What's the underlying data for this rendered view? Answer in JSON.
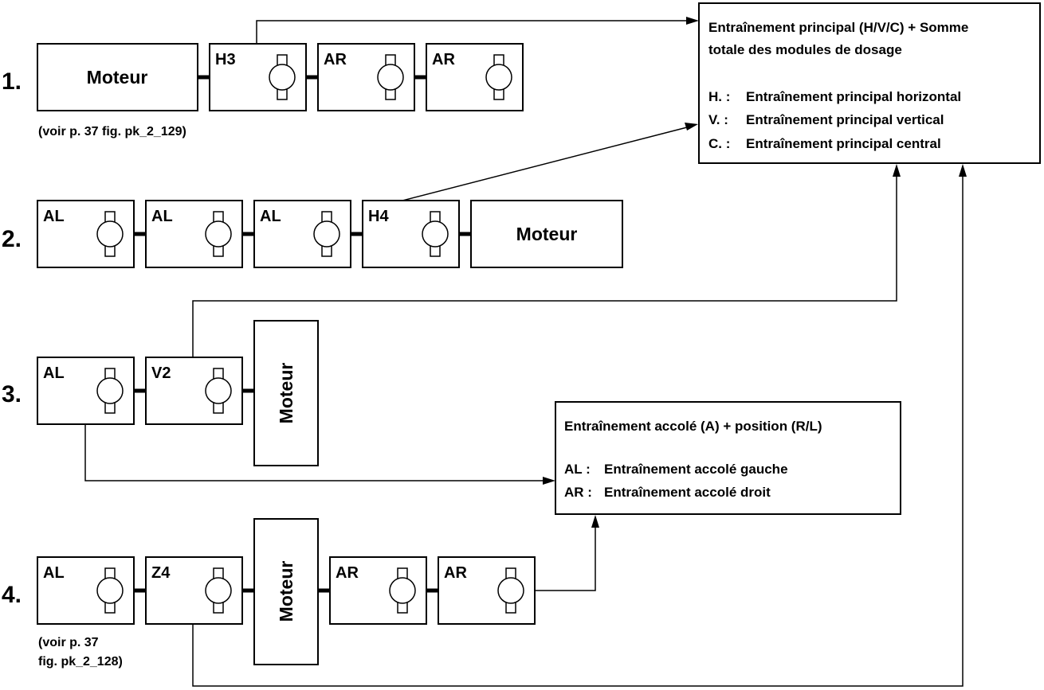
{
  "rows": [
    {
      "number": "1.",
      "note": "(voir p. 37 fig. pk_2_129)",
      "items": [
        "Moteur",
        "H3",
        "AR",
        "AR"
      ]
    },
    {
      "number": "2.",
      "items": [
        "AL",
        "AL",
        "AL",
        "H4",
        "Moteur"
      ]
    },
    {
      "number": "3.",
      "items": [
        "AL",
        "V2",
        "Moteur"
      ]
    },
    {
      "number": "4.",
      "note_lines": [
        "(voir p. 37",
        "fig. pk_2_128)"
      ],
      "items": [
        "AL",
        "Z4",
        "Moteur",
        "AR",
        "AR"
      ]
    }
  ],
  "legend_main": {
    "title_lines": [
      "Entraînement principal (H/V/C) + Somme",
      "totale des modules de dosage"
    ],
    "entries": [
      {
        "code": "H. :",
        "text": "Entraînement principal horizontal"
      },
      {
        "code": "V. :",
        "text": "Entraînement principal vertical"
      },
      {
        "code": "C. :",
        "text": "Entraînement principal central"
      }
    ]
  },
  "legend_side": {
    "title": "Entraînement accolé (A) + position (R/L)",
    "entries": [
      {
        "code": "AL :",
        "text": "Entraînement accolé gauche"
      },
      {
        "code": "AR :",
        "text": "Entraînement accolé droit"
      }
    ]
  },
  "icons": {
    "drive_module": "motor-symbol-icon",
    "arrow": "arrowhead-icon"
  }
}
